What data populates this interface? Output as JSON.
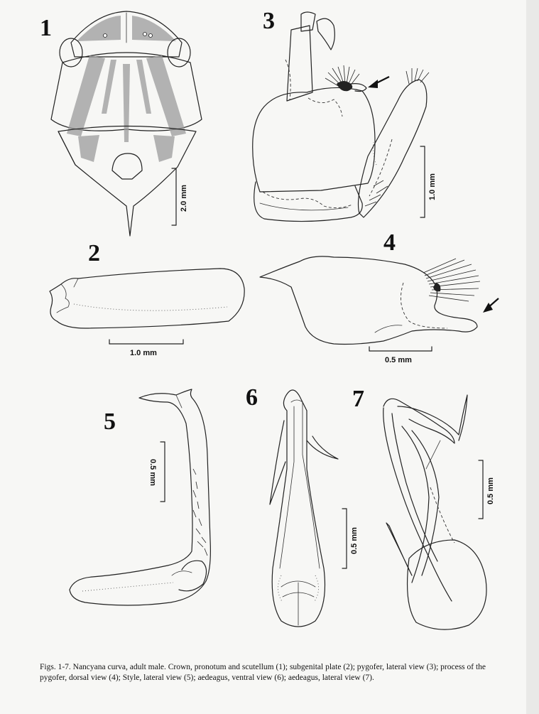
{
  "figures": [
    {
      "number": "1"
    },
    {
      "number": "2"
    },
    {
      "number": "3"
    },
    {
      "number": "4"
    },
    {
      "number": "5"
    },
    {
      "number": "6"
    },
    {
      "number": "7"
    }
  ],
  "scale_bars": {
    "fig1": "2.0 mm",
    "fig2": "1.0 mm",
    "fig3": "1.0 mm",
    "fig4": "0.5 mm",
    "fig5": "0.5 mm",
    "fig6": "0.5 mm",
    "fig7": "0.5 mm"
  },
  "caption": "Figs. 1-7. Nancyana curva, adult male. Crown, pronotum and scutellum (1); subgenital plate (2); pygofer, lateral view (3); process of the pygofer, dorsal view (4); Style, lateral view (5); aedeagus, ventral view (6); aedeagus, lateral view (7)."
}
